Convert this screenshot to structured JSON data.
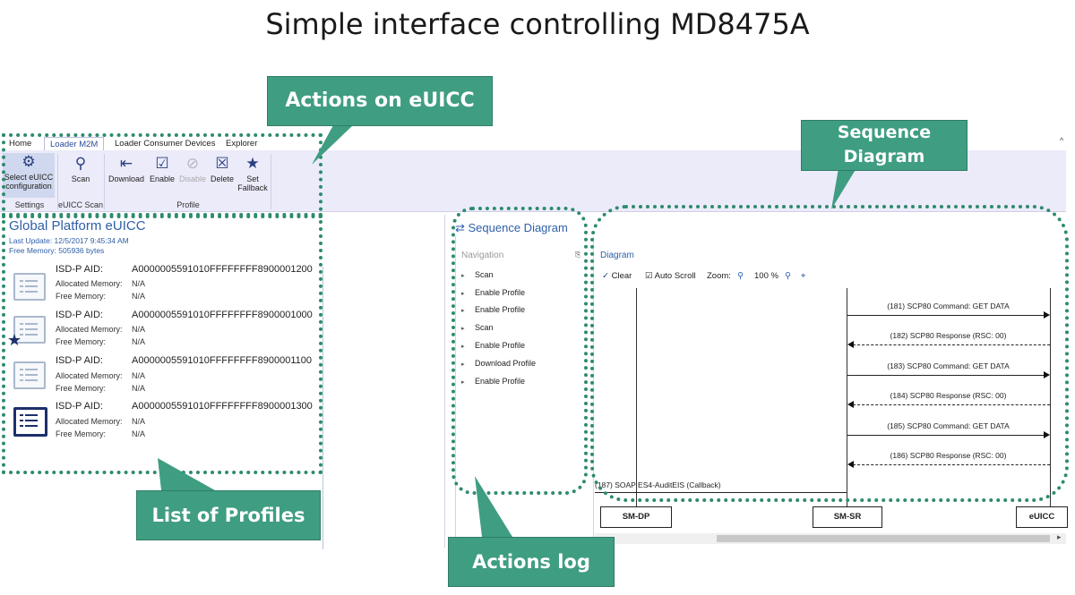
{
  "title": "Simple interface controlling MD8475A",
  "ribbon": {
    "tabs": [
      "Home",
      "Loader M2M",
      "Loader Consumer Devices",
      "Explorer"
    ],
    "buttons": {
      "select": "Select eUICC configuration",
      "scan": "Scan",
      "download": "Download",
      "enable": "Enable",
      "disable": "Disable",
      "delete": "Delete",
      "fallback": "Set Fallback"
    },
    "groups": {
      "settings": "Settings",
      "scan": "eUICC Scan",
      "profile": "Profile"
    }
  },
  "left_panel": {
    "title": "Global Platform eUICC",
    "last_update": "Last Update: 12/5/2017 9:45:34 AM",
    "free_memory": "Free Memory: 505936 bytes",
    "profiles": [
      {
        "aid_label": "ISD-P AID:",
        "aid": "A0000005591010FFFFFFFF8900001200",
        "alloc_label": "Allocated Memory:",
        "alloc": "N/A",
        "free_label": "Free Memory:",
        "free": "N/A"
      },
      {
        "aid_label": "ISD-P AID:",
        "aid": "A0000005591010FFFFFFFF8900001000",
        "alloc_label": "Allocated Memory:",
        "alloc": "N/A",
        "free_label": "Free Memory:",
        "free": "N/A"
      },
      {
        "aid_label": "ISD-P AID:",
        "aid": "A0000005591010FFFFFFFF8900001100",
        "alloc_label": "Allocated Memory:",
        "alloc": "N/A",
        "free_label": "Free Memory:",
        "free": "N/A"
      },
      {
        "aid_label": "ISD-P AID:",
        "aid": "A0000005591010FFFFFFFF8900001300",
        "alloc_label": "Allocated Memory:",
        "alloc": "N/A",
        "free_label": "Free Memory:",
        "free": "N/A"
      }
    ]
  },
  "nav_panel": {
    "title": "Sequence Diagram",
    "header": "Navigation",
    "items": [
      "Scan",
      "Enable Profile",
      "Enable Profile",
      "Scan",
      "Enable Profile",
      "Download Profile",
      "Enable Profile"
    ]
  },
  "diagram": {
    "title": "Diagram",
    "clear": "Clear",
    "auto_scroll": "Auto Scroll",
    "zoom_label": "Zoom:",
    "zoom_value": "100 %",
    "messages": [
      "(181) SCP80 Command: GET DATA",
      "(182) SCP80 Response (RSC: 00)",
      "(183) SCP80 Command: GET DATA",
      "(184) SCP80 Response (RSC: 00)",
      "(185) SCP80 Command: GET DATA",
      "(186) SCP80 Response (RSC: 00)"
    ],
    "callback": "(187) SOAP ES4-AuditEIS (Callback)",
    "actors": [
      "SM-DP",
      "SM-SR",
      "eUICC"
    ]
  },
  "callouts": {
    "actions": "Actions on eUICC",
    "sequence": "Sequence Diagram",
    "profiles": "List of Profiles",
    "log": "Actions log"
  }
}
